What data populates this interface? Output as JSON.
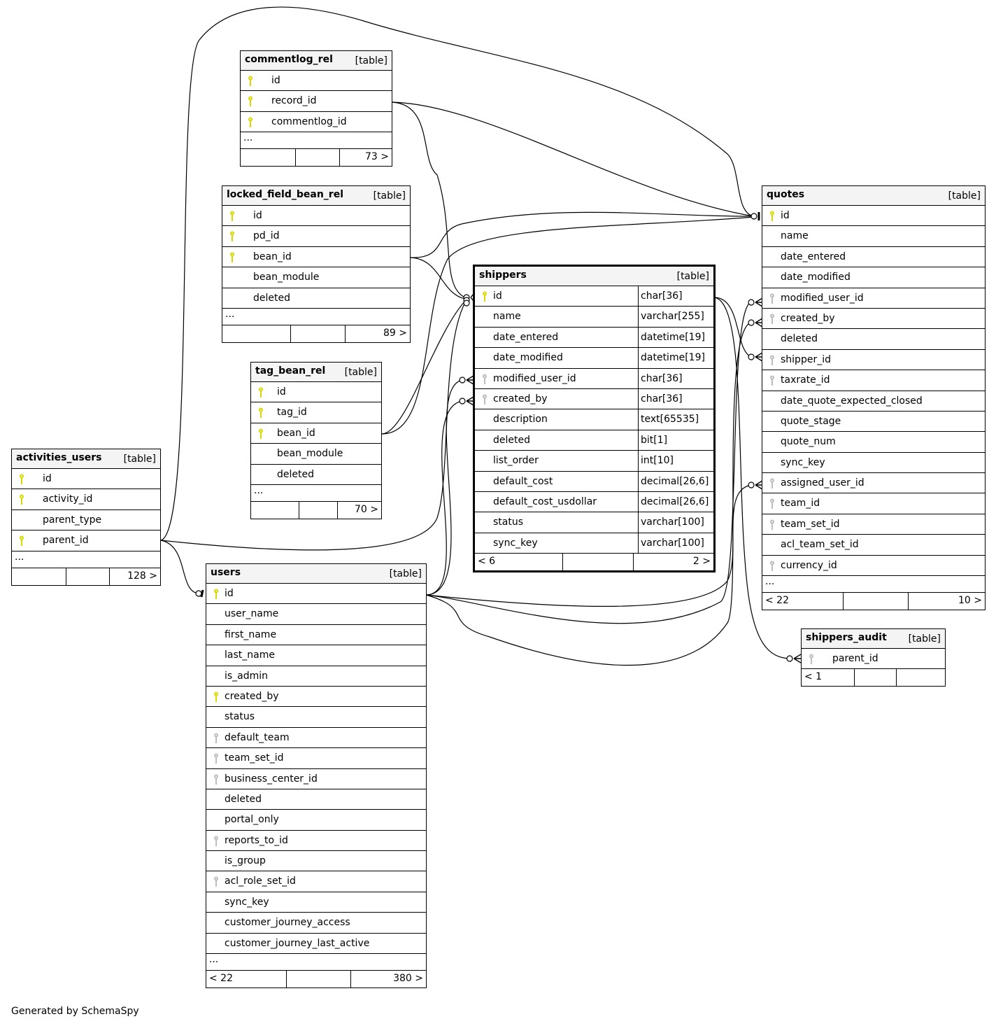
{
  "diagram": {
    "credit": "Generated by SchemaSpy",
    "type_label": "[table]",
    "ellipsis": "...",
    "colors": {
      "primary_key": "#d9d900",
      "foreign_key": "#bdbdbd",
      "header_bg": "#f4f4f4",
      "line": "#000000"
    }
  },
  "tables": {
    "commentlog_rel": {
      "name": "commentlog_rel",
      "columns": [
        {
          "name": "id",
          "key": "primary-key-icon"
        },
        {
          "name": "record_id",
          "key": "primary-key-icon"
        },
        {
          "name": "commentlog_id",
          "key": "primary-key-icon"
        }
      ],
      "footer": {
        "parents": "",
        "children": "73 >"
      }
    },
    "locked_field_bean_rel": {
      "name": "locked_field_bean_rel",
      "columns": [
        {
          "name": "id",
          "key": "primary-key-icon"
        },
        {
          "name": "pd_id",
          "key": "primary-key-icon"
        },
        {
          "name": "bean_id",
          "key": "primary-key-icon"
        },
        {
          "name": "bean_module",
          "key": ""
        },
        {
          "name": "deleted",
          "key": ""
        }
      ],
      "footer": {
        "parents": "",
        "children": "89 >"
      }
    },
    "tag_bean_rel": {
      "name": "tag_bean_rel",
      "columns": [
        {
          "name": "id",
          "key": "primary-key-icon"
        },
        {
          "name": "tag_id",
          "key": "primary-key-icon"
        },
        {
          "name": "bean_id",
          "key": "primary-key-icon"
        },
        {
          "name": "bean_module",
          "key": ""
        },
        {
          "name": "deleted",
          "key": ""
        }
      ],
      "footer": {
        "parents": "",
        "children": "70 >"
      }
    },
    "activities_users": {
      "name": "activities_users",
      "columns": [
        {
          "name": "id",
          "key": "primary-key-icon"
        },
        {
          "name": "activity_id",
          "key": "primary-key-icon"
        },
        {
          "name": "parent_type",
          "key": ""
        },
        {
          "name": "parent_id",
          "key": "primary-key-icon"
        }
      ],
      "footer": {
        "parents": "",
        "children": "128 >"
      }
    },
    "shippers": {
      "name": "shippers",
      "columns": [
        {
          "name": "id",
          "type": "char[36]",
          "key": "primary-key-icon"
        },
        {
          "name": "name",
          "type": "varchar[255]",
          "key": ""
        },
        {
          "name": "date_entered",
          "type": "datetime[19]",
          "key": ""
        },
        {
          "name": "date_modified",
          "type": "datetime[19]",
          "key": ""
        },
        {
          "name": "modified_user_id",
          "type": "char[36]",
          "key": "foreign-key-icon"
        },
        {
          "name": "created_by",
          "type": "char[36]",
          "key": "foreign-key-icon"
        },
        {
          "name": "description",
          "type": "text[65535]",
          "key": ""
        },
        {
          "name": "deleted",
          "type": "bit[1]",
          "key": ""
        },
        {
          "name": "list_order",
          "type": "int[10]",
          "key": ""
        },
        {
          "name": "default_cost",
          "type": "decimal[26,6]",
          "key": ""
        },
        {
          "name": "default_cost_usdollar",
          "type": "decimal[26,6]",
          "key": ""
        },
        {
          "name": "status",
          "type": "varchar[100]",
          "key": ""
        },
        {
          "name": "sync_key",
          "type": "varchar[100]",
          "key": ""
        }
      ],
      "footer": {
        "parents": "< 6",
        "children": "2 >"
      }
    },
    "users": {
      "name": "users",
      "columns": [
        {
          "name": "id",
          "key": "primary-key-icon"
        },
        {
          "name": "user_name",
          "key": ""
        },
        {
          "name": "first_name",
          "key": ""
        },
        {
          "name": "last_name",
          "key": ""
        },
        {
          "name": "is_admin",
          "key": ""
        },
        {
          "name": "created_by",
          "key": "primary-key-icon"
        },
        {
          "name": "status",
          "key": ""
        },
        {
          "name": "default_team",
          "key": "foreign-key-icon"
        },
        {
          "name": "team_set_id",
          "key": "foreign-key-icon"
        },
        {
          "name": "business_center_id",
          "key": "foreign-key-icon"
        },
        {
          "name": "deleted",
          "key": ""
        },
        {
          "name": "portal_only",
          "key": ""
        },
        {
          "name": "reports_to_id",
          "key": "foreign-key-icon"
        },
        {
          "name": "is_group",
          "key": ""
        },
        {
          "name": "acl_role_set_id",
          "key": "foreign-key-icon"
        },
        {
          "name": "sync_key",
          "key": ""
        },
        {
          "name": "customer_journey_access",
          "key": ""
        },
        {
          "name": "customer_journey_last_active",
          "key": ""
        }
      ],
      "footer": {
        "parents": "< 22",
        "children": "380 >"
      }
    },
    "quotes": {
      "name": "quotes",
      "columns": [
        {
          "name": "id",
          "key": "primary-key-icon"
        },
        {
          "name": "name",
          "key": ""
        },
        {
          "name": "date_entered",
          "key": ""
        },
        {
          "name": "date_modified",
          "key": ""
        },
        {
          "name": "modified_user_id",
          "key": "foreign-key-icon"
        },
        {
          "name": "created_by",
          "key": "foreign-key-icon"
        },
        {
          "name": "deleted",
          "key": ""
        },
        {
          "name": "shipper_id",
          "key": "foreign-key-icon"
        },
        {
          "name": "taxrate_id",
          "key": "foreign-key-icon"
        },
        {
          "name": "date_quote_expected_closed",
          "key": ""
        },
        {
          "name": "quote_stage",
          "key": ""
        },
        {
          "name": "quote_num",
          "key": ""
        },
        {
          "name": "sync_key",
          "key": ""
        },
        {
          "name": "assigned_user_id",
          "key": "foreign-key-icon"
        },
        {
          "name": "team_id",
          "key": "foreign-key-icon"
        },
        {
          "name": "team_set_id",
          "key": "foreign-key-icon"
        },
        {
          "name": "acl_team_set_id",
          "key": ""
        },
        {
          "name": "currency_id",
          "key": "foreign-key-icon"
        }
      ],
      "footer": {
        "parents": "< 22",
        "children": "10 >"
      }
    },
    "shippers_audit": {
      "name": "shippers_audit",
      "columns": [
        {
          "name": "parent_id",
          "key": "foreign-key-icon"
        }
      ],
      "footer": {
        "parents": "< 1",
        "children": ""
      }
    }
  }
}
